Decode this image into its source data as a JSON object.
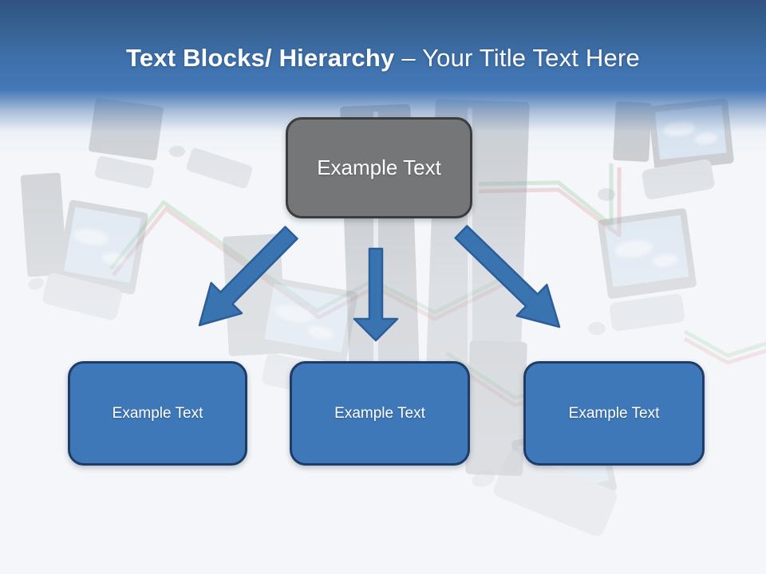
{
  "slide": {
    "header": {
      "title_bold": "Text Blocks/ Hierarchy",
      "title_regular": "– Your Title Text Here"
    },
    "hierarchy": {
      "root": {
        "label": "Example Text"
      },
      "children": [
        {
          "label": "Example Text"
        },
        {
          "label": "Example Text"
        },
        {
          "label": "Example Text"
        }
      ]
    },
    "icons": [
      {
        "name": "arrow-down-left-icon"
      },
      {
        "name": "arrow-down-icon"
      },
      {
        "name": "arrow-down-right-icon"
      },
      {
        "name": "network-computers-background"
      }
    ],
    "colors": {
      "background": "#f4f6f9",
      "header_top": "#2f5282",
      "header_mid": "#4479b8",
      "root_box_fill": "#757677",
      "root_box_border": "#3b3c3d",
      "child_box_fill": "#3f78b8",
      "child_box_border": "#1e3c66",
      "arrow_fill": "#3a74b0",
      "arrow_stroke": "#2a5d99",
      "cable_red": "#d47f7f",
      "cable_green": "#79bd7c",
      "text": "#ffffff"
    }
  }
}
